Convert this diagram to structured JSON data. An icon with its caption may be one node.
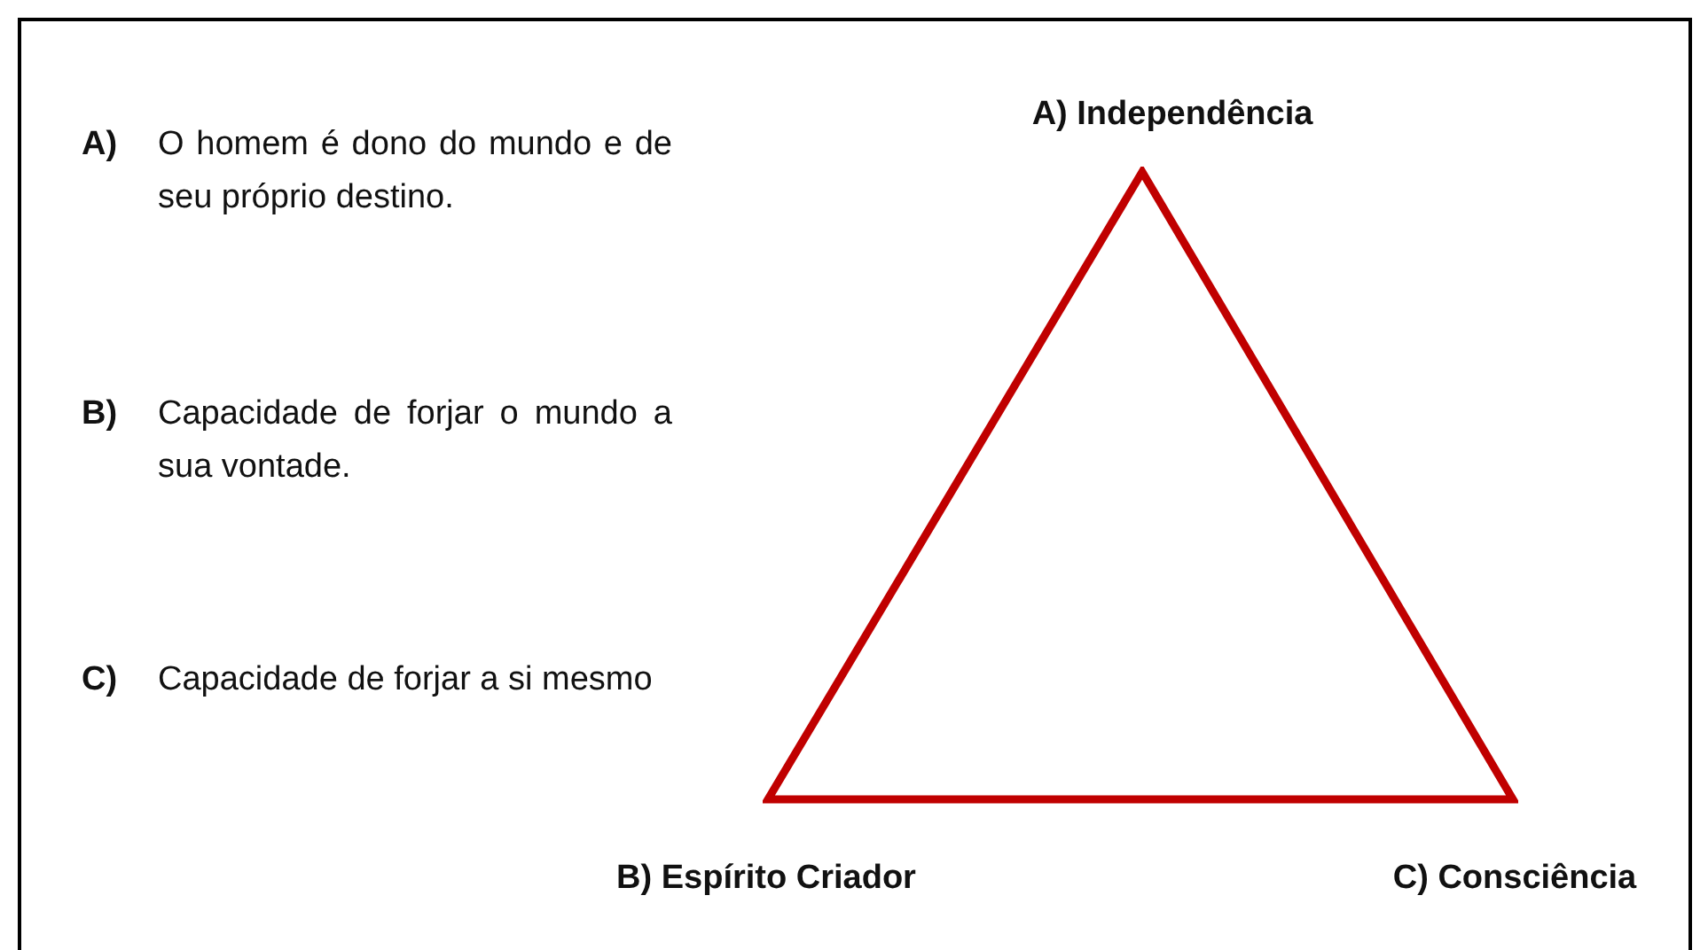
{
  "diagram": {
    "nodes": [
      {
        "text": [],
        "shape": "triangle"
      }
    ],
    "labels": [
      "A)",
      "O homem é dono do mundo e de seu próprio destino.",
      "B)",
      "Capacidade de forjar o mundo a sua vontade.",
      "C)",
      "Capacidade de forjar a si mesmo",
      "A) Independência",
      "B) Espírito Criador",
      "C) Consciência"
    ]
  }
}
